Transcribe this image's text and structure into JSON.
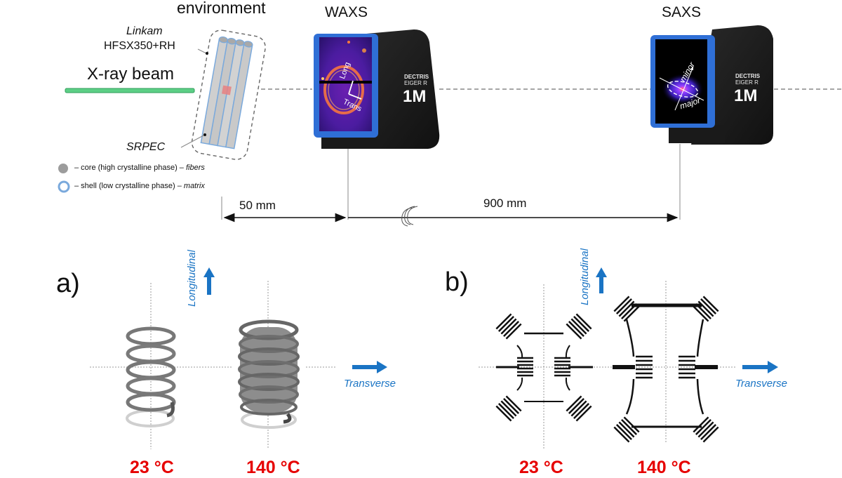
{
  "setup": {
    "environment_label": "environment",
    "stage_brand": "Linkam",
    "stage_model": "HFSX350+RH",
    "beam_label": "X-ray beam",
    "sample_label": "SRPEC",
    "legend": [
      {
        "icon": "filled-gray-circle",
        "text": "– core (high crystalline phase) – ",
        "italic": "fibers"
      },
      {
        "icon": "blue-ring",
        "text": "– shell (low crystalline phase) – ",
        "italic": "matrix"
      }
    ],
    "waxs": {
      "title": "WAXS",
      "axis_long": "Long",
      "axis_trans": "Trans",
      "brand_line1": "DECTRIS",
      "brand_line2": "EIGER R",
      "model": "1M"
    },
    "saxs": {
      "title": "SAXS",
      "axis_minor": "minor",
      "axis_major": "major",
      "brand_line1": "DECTRIS",
      "brand_line2": "EIGER R",
      "model": "1M"
    },
    "distance_1": "50 mm",
    "distance_2": "900 mm"
  },
  "panel_a": {
    "label": "a)",
    "longitudinal": "Longitudinal",
    "transverse": "Transverse",
    "temps": [
      "23 °C",
      "140 °C"
    ]
  },
  "panel_b": {
    "label": "b)",
    "longitudinal": "Longitudinal",
    "transverse": "Transverse",
    "temps": [
      "23 °C",
      "140 °C"
    ]
  },
  "colors": {
    "beam": "#5ccf85",
    "axis_arrow": "#1a74c4",
    "temperature": "#e60000",
    "detector_frame": "#2f6fd6",
    "fiber_shell": "#7aa9dc"
  }
}
